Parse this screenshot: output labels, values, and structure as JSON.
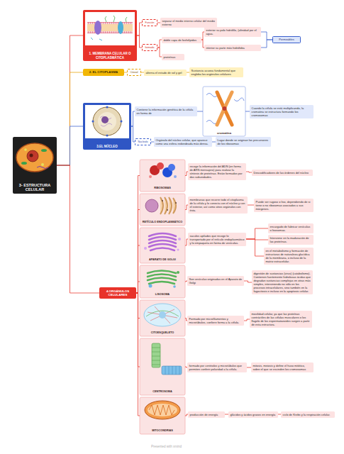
{
  "diagram": {
    "nodes": [
      {
        "text": [
          "3- ESTRUCTURA CELULAR"
        ]
      },
      {
        "text": [
          "1. MEMBRANA CELULAR O CITOPLASMÁTICA"
        ]
      },
      {
        "text": [
          "Función"
        ]
      },
      {
        "text": [
          "separar el medio interno celular del medio externo"
        ]
      },
      {
        "text": [
          "formada"
        ]
      },
      {
        "text": [
          "doble capa de fosfolípidos"
        ]
      },
      {
        "text": [
          "exterior su polo hidrófilo, (afinidad por el agua."
        ]
      },
      {
        "text": [
          "interior su parte más hidrófoba"
        ]
      },
      {
        "text": [
          "Permeables"
        ]
      },
      {
        "text": [
          "proteínas"
        ]
      },
      {
        "text": [
          "2. EL CITOPLASMA"
        ]
      },
      {
        "text": [
          "Citosol"
        ]
      },
      {
        "text": [
          "alterna el estado de sol y gel"
        ]
      },
      {
        "text": [
          "Sustancia acuosa fundamental que engloba los orgánulos celulares"
        ]
      },
      {
        "text": [
          "3.EL NÚCLEO"
        ]
      },
      {
        "text": [
          "Contiene la información genética de la célula en forma de"
        ]
      },
      {
        "text": [
          "cromatina"
        ]
      },
      {
        "text": [
          "Cuando la célula se está multiplicando, la cromatina se estructura formando los cromosomas"
        ]
      },
      {
        "text": [
          "Nucleolo"
        ]
      },
      {
        "text": [
          "Orgánulo del núcleo celular, que aparece como una esfera redondeada más densa."
        ]
      },
      {
        "text": [
          "Lugar donde se originan los precursores de los ribosomas"
        ]
      },
      {
        "text": [
          "4.ORGÁNULOS CELULARES"
        ]
      },
      {
        "text": [
          "RIBOSOMAS"
        ]
      },
      {
        "text": [
          "recoge la información del ADN (en forma de ARN mensajero) para realizar la síntesis de proteínas. Están formados por dos subunidades."
        ]
      },
      {
        "text": [
          "Descodificadores de las órdenes del núcleo"
        ]
      },
      {
        "text": [
          "RETÍCULO ENDOPLASMÁTICO"
        ]
      },
      {
        "text": [
          "membranas que recorre todo el citoplasma de la célula y lo conecta con el núcleo y con el exterior, así como otros orgánulos con ésta."
        ]
      },
      {
        "text": [
          "Puede ser rugoso o liso, dependiendo de si tiene o no ribosomas asociados a sus márgenes."
        ]
      },
      {
        "text": [
          "APARATO DE GOLGI"
        ]
      },
      {
        "text": [
          "saculos apilados que recoge lo transportado por el retículo endoplasmático y lo empaqueta en forma de vesículas."
        ]
      },
      {
        "text": [
          "encargado de fabricar vesículas o lisosomas."
        ]
      },
      {
        "text": [
          "Interviene en la maduración de las proteínas."
        ]
      },
      {
        "text": [
          "en el metabolismo y formación de estructuras de naturaleza glucídica de la membrana, o incluso de la matriz extracelular."
        ]
      },
      {
        "text": [
          "LISOSOMA"
        ]
      },
      {
        "text": [
          "Son vesículas originadas en el Aparato de Golgi"
        ]
      },
      {
        "text": [
          "digestión de sustancias (virus) (catabolismo). Contienen fuertemente hidrolasas ácidas que degradan sustancias complejas en otras más simples, interviniendo no sólo en los procesos intracelulares, sino también en la fagocitosis e incluso en la apoptosis celular."
        ]
      },
      {
        "text": [
          "CITOESQUELETO"
        ]
      },
      {
        "text": [
          "Formado por microfilamentos y microtúbulos, confiere forma a la célula."
        ]
      },
      {
        "text": [
          "movilidad celular, ya que las proteínas contráctiles de las células musculares o los flagelo de los espermatozoides surgen a partir de esta estructura."
        ]
      },
      {
        "text": [
          "CENTROSOMA"
        ]
      },
      {
        "text": [
          "formado por centriolos y microtúbulos que permiten conferir polaridad a la célula."
        ]
      },
      {
        "text": [
          "mitosis, meiosis y define el huso mitótico, sobre el que se escinden los cromosomas"
        ]
      },
      {
        "text": [
          "MITOCONDRIAS"
        ]
      },
      {
        "text": [
          "producción de energía"
        ]
      },
      {
        "text": [
          "glúcidos y ácidos grasos en energía"
        ]
      },
      {
        "text": [
          "ciclo de Krebs y la respiración celular."
        ]
      }
    ],
    "edges": [
      {
        "from": 0,
        "to": 1,
        "arrow": "none"
      },
      {
        "from": 0,
        "to": 10,
        "arrow": "none"
      },
      {
        "from": 0,
        "to": 14,
        "arrow": "none"
      },
      {
        "from": 0,
        "to": 21,
        "arrow": "none"
      },
      {
        "from": 1,
        "to": 2,
        "arrow": "none"
      },
      {
        "from": 2,
        "to": 3,
        "arrow": "none"
      },
      {
        "from": 1,
        "to": 4,
        "arrow": "none"
      },
      {
        "from": 4,
        "to": 5,
        "arrow": "none"
      },
      {
        "from": 5,
        "to": 6,
        "arrow": "none"
      },
      {
        "from": 5,
        "to": 7,
        "arrow": "none"
      },
      {
        "from": 6,
        "to": 8,
        "arrow": "none"
      },
      {
        "from": 7,
        "to": 8,
        "arrow": "none"
      },
      {
        "from": 4,
        "to": 9,
        "arrow": "none"
      },
      {
        "from": 10,
        "to": 11,
        "arrow": "none"
      },
      {
        "from": 11,
        "to": 12,
        "arrow": "none"
      },
      {
        "from": 12,
        "to": 13,
        "arrow": "none"
      },
      {
        "from": 14,
        "to": 15,
        "arrow": "none"
      },
      {
        "from": 15,
        "to": 16,
        "arrow": "none"
      },
      {
        "from": 16,
        "to": 17,
        "arrow": "none"
      },
      {
        "from": 14,
        "to": 18,
        "arrow": "none"
      },
      {
        "from": 18,
        "to": 19,
        "arrow": "none"
      },
      {
        "from": 19,
        "to": 20,
        "arrow": "none"
      },
      {
        "from": 21,
        "to": 22,
        "arrow": "none"
      },
      {
        "from": 22,
        "to": 23,
        "arrow": "none"
      },
      {
        "from": 23,
        "to": 24,
        "arrow": "none"
      },
      {
        "from": 21,
        "to": 25,
        "arrow": "none"
      },
      {
        "from": 25,
        "to": 26,
        "arrow": "none"
      },
      {
        "from": 26,
        "to": 27,
        "arrow": "none"
      },
      {
        "from": 21,
        "to": 28,
        "arrow": "none"
      },
      {
        "from": 28,
        "to": 29,
        "arrow": "none"
      },
      {
        "from": 29,
        "to": 30,
        "arrow": "none"
      },
      {
        "from": 29,
        "to": 31,
        "arrow": "none"
      },
      {
        "from": 29,
        "to": 32,
        "arrow": "none"
      },
      {
        "from": 21,
        "to": 33,
        "arrow": "none"
      },
      {
        "from": 33,
        "to": 34,
        "arrow": "none"
      },
      {
        "from": 34,
        "to": 35,
        "arrow": "none"
      },
      {
        "from": 21,
        "to": 36,
        "arrow": "none"
      },
      {
        "from": 36,
        "to": 37,
        "arrow": "none"
      },
      {
        "from": 37,
        "to": 38,
        "arrow": "none"
      },
      {
        "from": 21,
        "to": 39,
        "arrow": "none"
      },
      {
        "from": 39,
        "to": 40,
        "arrow": "none"
      },
      {
        "from": 40,
        "to": 41,
        "arrow": "none"
      },
      {
        "from": 21,
        "to": 42,
        "arrow": "none"
      },
      {
        "from": 42,
        "to": 43,
        "arrow": "none"
      },
      {
        "from": 43,
        "to": 44,
        "arrow": "none"
      },
      {
        "from": 44,
        "to": 45,
        "arrow": "none"
      }
    ],
    "labels": [
      "Presented with xmind"
    ]
  }
}
